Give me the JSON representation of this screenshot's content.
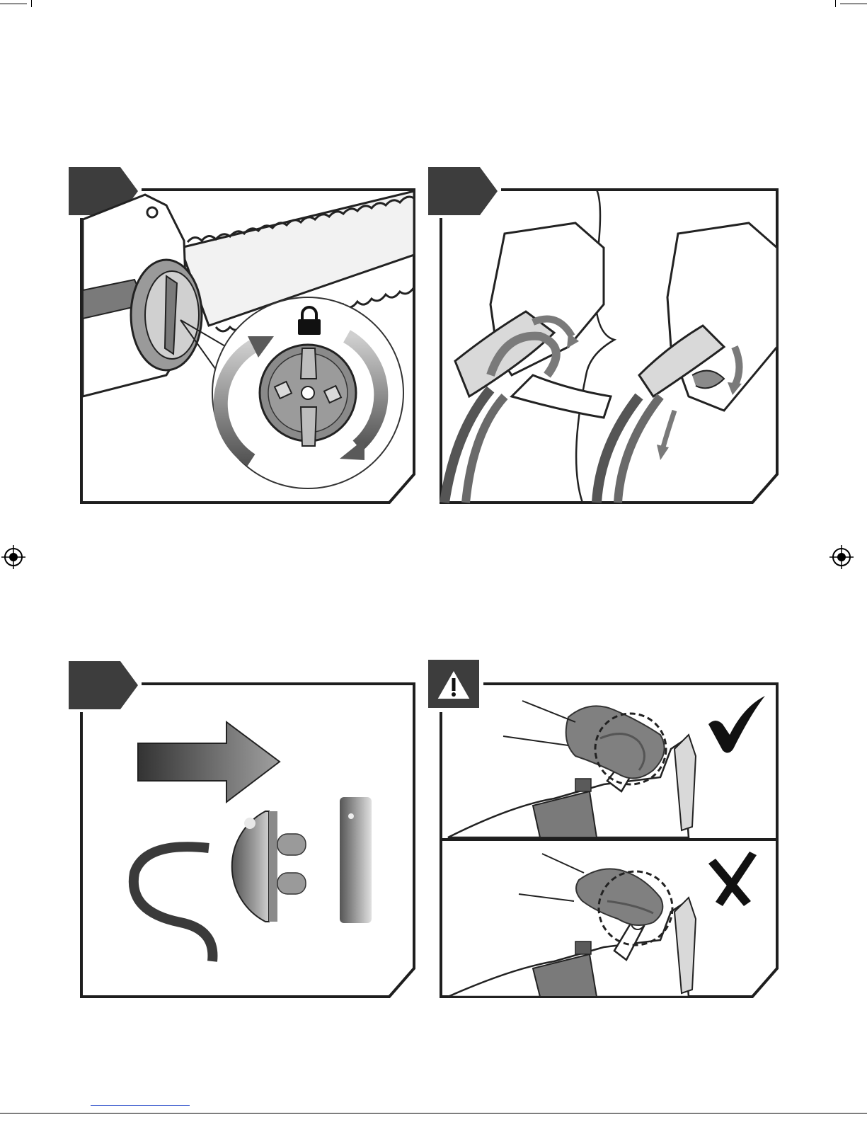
{
  "page": {
    "description_free": true
  },
  "figures": [
    {
      "id": "fig-chain-tension-knob",
      "tab": "step",
      "lock_icon": "lock-icon"
    },
    {
      "id": "fig-cable-strain-relief",
      "tab": "step"
    },
    {
      "id": "fig-unplug-power",
      "tab": "step",
      "icons": [
        "arrow-right-icon",
        "plug-icon",
        "socket-icon"
      ]
    },
    {
      "id": "fig-correct-hand-position",
      "tab": "warning",
      "icons": [
        "warning-icon",
        "check-icon",
        "cross-icon"
      ]
    }
  ],
  "colors": {
    "tab": "#3d3d3d",
    "frame": "#1e1e1e",
    "device": "#7a7a7a",
    "device_light": "#bdbdbd",
    "glove": "#808080"
  }
}
